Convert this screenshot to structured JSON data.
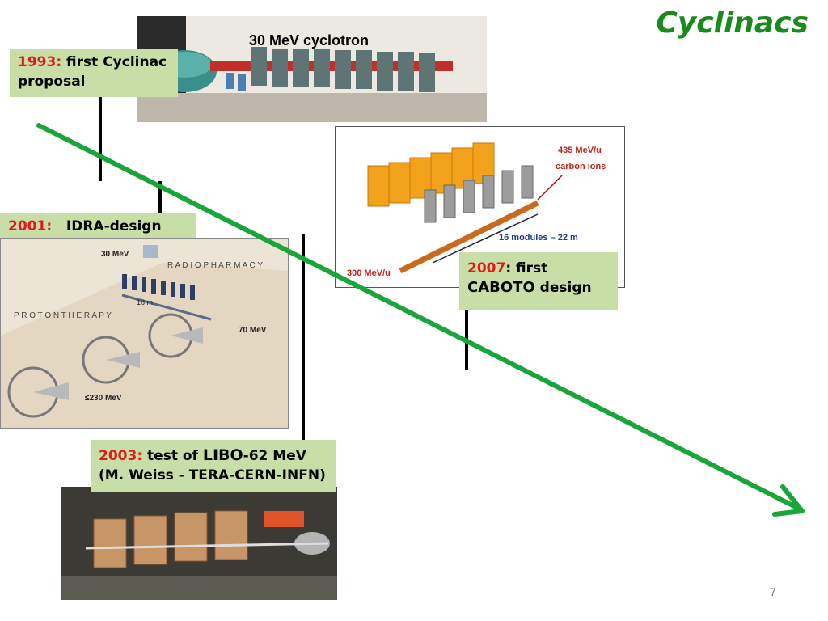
{
  "slide": {
    "title": "Cyclinacs",
    "page_number": "7",
    "accent_color": "#1aa53a",
    "year_color": "#e11919",
    "note_bg": "#c9dea7"
  },
  "cyclotron_photo": {
    "caption": "30 MeV cyclotron"
  },
  "note_1993": {
    "year": "1993:",
    "text_line1": " first Cyclinac",
    "text_line2": "proposal"
  },
  "note_2001": {
    "year": "2001:",
    "text": "IDRA-design"
  },
  "note_2003": {
    "year": "2003:",
    "text_a": " test of ",
    "text_b": "LIBO",
    "text_c": "-62 MeV",
    "text_line2": "(M. Weiss - TERA-CERN-INFN)"
  },
  "note_2007": {
    "year": "2007",
    "text_line1": ": first",
    "text_b": "CABOTO",
    "text_c": " design"
  },
  "caboto_diagram": {
    "label_energy_out_1": "435 MeV/u",
    "label_energy_out_2": "carbon ions",
    "label_modules": "16 modules – 22 m",
    "label_energy_in": "300 MeV/u"
  },
  "idra_diagram": {
    "label_30": "30 MeV",
    "label_radiopharmacy": "R A D I O P H A R M A C Y",
    "label_protontherapy": "P R O T O N T H E R A P Y",
    "label_18m": "18 m",
    "label_70": "70 MeV",
    "label_230": "≤230 MeV"
  }
}
